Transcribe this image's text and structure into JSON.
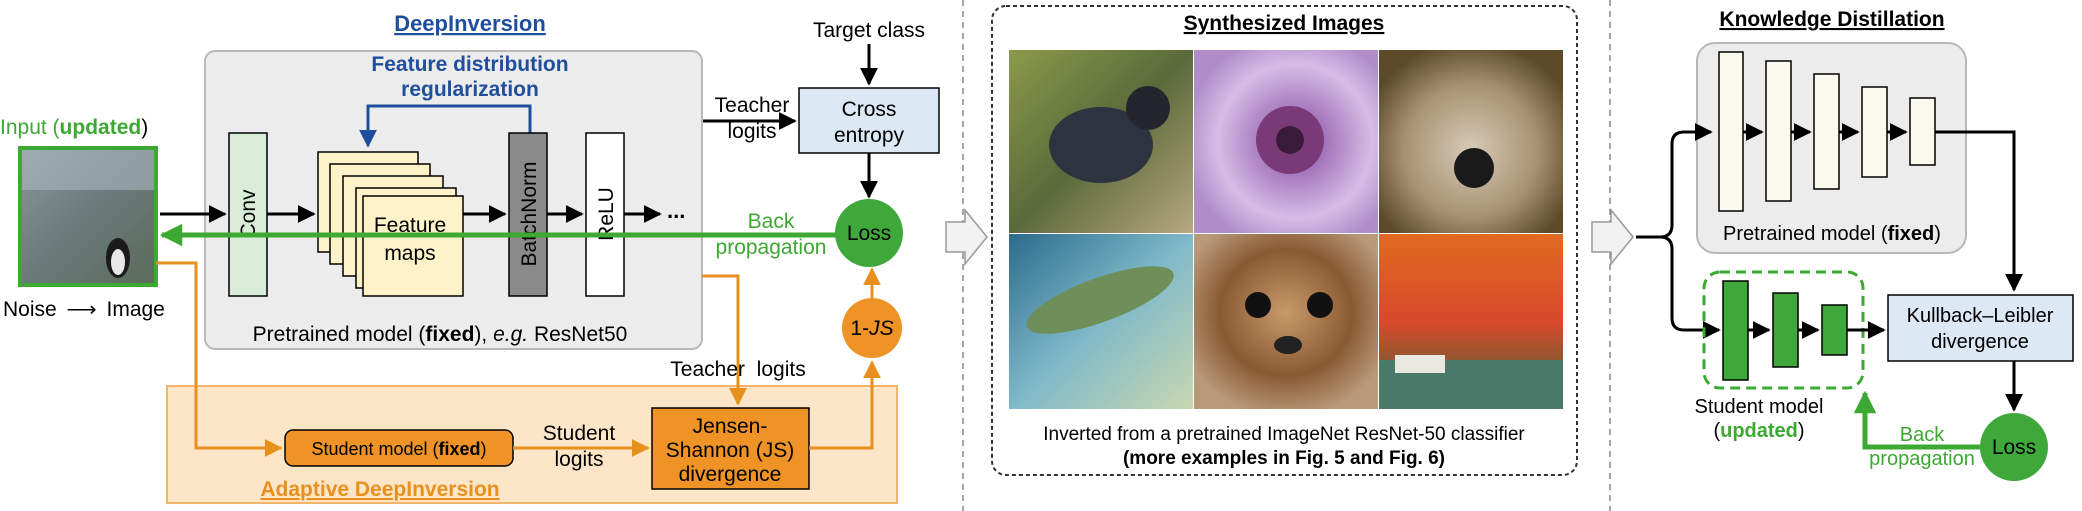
{
  "colors": {
    "green": "#3da832",
    "orange": "#e8901e",
    "blue_title": "#1f4e9c",
    "gray_box": "#ececec",
    "conv_fill": "#d8ecd8",
    "feature_fill": "#fdf2c8",
    "kl_fill": "#dce8f4",
    "adaptive_fill": "#fde6c8",
    "loss_green": "#3ea93a",
    "js_orange": "#ef9326"
  },
  "deepinversion": {
    "title": "DeepInversion",
    "fdr_line1": "Feature distribution",
    "fdr_line2": "regularization",
    "input_prefix": "Input (",
    "input_updated": "updated",
    "input_suffix": ")",
    "noise": "Noise",
    "arrow_glyph": "⟶",
    "image": "Image",
    "conv": "Conv",
    "feature_line1": "Feature",
    "feature_line2": "maps",
    "batchnorm": "BatchNorm",
    "relu": "ReLU",
    "ellipsis": "...",
    "pretrained_prefix": "Pretrained model (",
    "pretrained_fixed": "fixed",
    "pretrained_mid": "), ",
    "pretrained_eg": "e.g.",
    "pretrained_suffix": " ResNet50",
    "target_class": "Target class",
    "teacher_logits_1": "Teacher",
    "teacher_logits_2": "logits",
    "cross_1": "Cross",
    "cross_2": "entropy",
    "back_1": "Back",
    "back_2": "propagation",
    "loss": "Loss",
    "js_prefix": "1-",
    "js_italic": "JS",
    "teacher_logits_lower": "Teacher  logits"
  },
  "adaptive": {
    "title": "Adaptive DeepInversion",
    "student_prefix": "Student model (",
    "student_fixed": "fixed",
    "student_suffix": ")",
    "student_logits_1": "Student",
    "student_logits_2": "logits",
    "js_line1": "Jensen-",
    "js_line2": "Shannon (JS)",
    "js_line3": "divergence"
  },
  "synthesized": {
    "title": "Synthesized Images",
    "caption_1": "Inverted from a pretrained ImageNet ResNet-50 classifier",
    "caption_2": "(more examples in Fig. 5 and Fig. 6)",
    "images": [
      "bird",
      "purple flower",
      "fluffy dog",
      "fish",
      "squirrel",
      "autumn tree"
    ]
  },
  "kd": {
    "title": "Knowledge Distillation",
    "pretrained_prefix": "Pretrained model (",
    "pretrained_fixed": "fixed",
    "pretrained_suffix": ")",
    "student_1": "Student model",
    "student_2_prefix": "(",
    "student_2_updated": "updated",
    "student_2_suffix": ")",
    "kl_1": "Kullback–Leibler",
    "kl_2": "divergence",
    "back_1": "Back",
    "back_2": "propagation",
    "loss": "Loss"
  }
}
